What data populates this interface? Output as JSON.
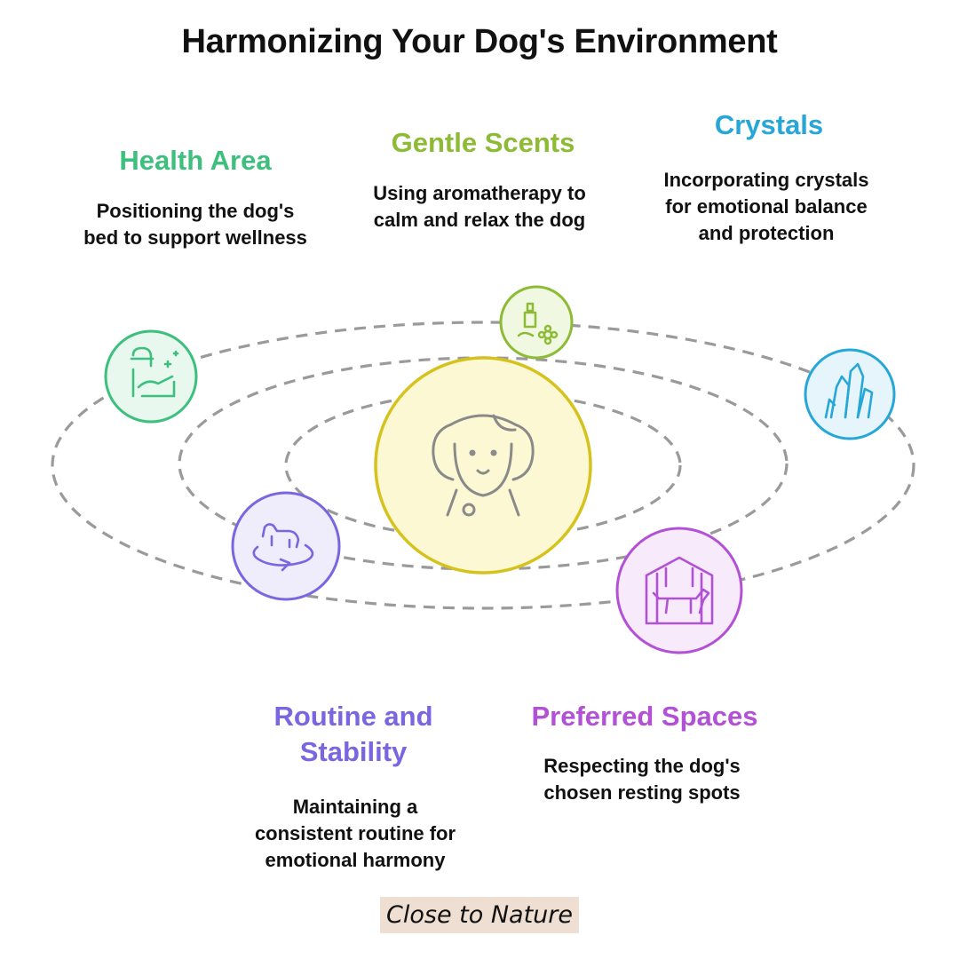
{
  "title": "Harmonizing Your Dog's Environment",
  "center": {
    "icon": "dog-face-icon",
    "color": "#d6c21c",
    "fill": "#fdf8d4"
  },
  "items": {
    "health": {
      "label": "Health Area",
      "desc": [
        "Positioning the dog's",
        "bed to support wellness"
      ],
      "color": "#3dbf7d",
      "fill": "#e8f8ef",
      "icon": "pet-care-icon"
    },
    "scents": {
      "label": "Gentle Scents",
      "desc": [
        "Using aromatherapy to",
        "calm and relax the dog"
      ],
      "color": "#8dbb35",
      "fill": "#f1f8e2",
      "icon": "aroma-bottle-flower-icon"
    },
    "crystals": {
      "label": "Crystals",
      "desc": [
        "Incorporating crystals",
        "for emotional balance",
        "and protection"
      ],
      "color": "#26a7d8",
      "fill": "#e5f5fb",
      "icon": "crystal-cluster-icon"
    },
    "routine": {
      "label": [
        "Routine and",
        "Stability"
      ],
      "desc": [
        "Maintaining a",
        "consistent routine for",
        "emotional harmony"
      ],
      "color": "#7966e0",
      "fill": "#efedfb",
      "icon": "dog-cycle-icon"
    },
    "spaces": {
      "label": "Preferred Spaces",
      "desc": [
        "Respecting the dog's",
        "chosen resting spots"
      ],
      "color": "#b250d6",
      "fill": "#f7eafb",
      "icon": "dog-house-icon"
    }
  },
  "footer": "Close to Nature"
}
